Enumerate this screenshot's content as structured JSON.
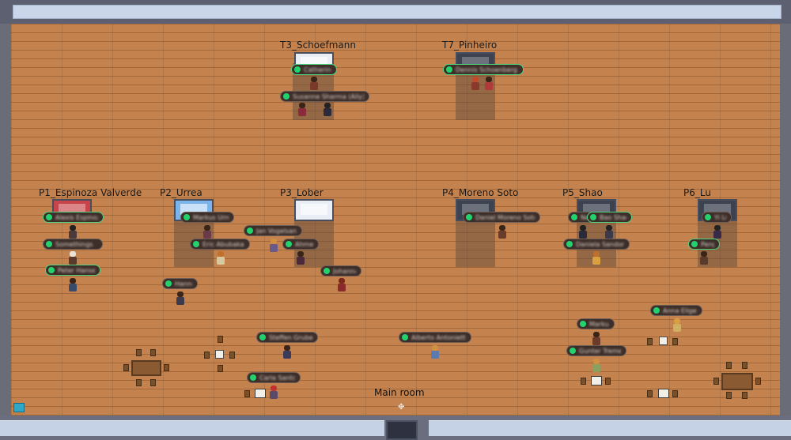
{
  "areas": {
    "t3": "T3_Schoefmann",
    "t7": "T7_Pinheiro",
    "p1": "P1_Espinoza Valverde",
    "p2": "P2_Urrea",
    "p3": "P3_Lober",
    "p4": "P4_Moreno Soto",
    "p5": "P5_Shao",
    "p6": "P6_Lu",
    "main": "Main room"
  },
  "name_tags": [
    "Catherine",
    "Dennis Schoenberg",
    "Susanne Sharma (Ally)",
    "Alexis Espinoza",
    "Somethings",
    "Peter Hansen",
    "Markus Urrea",
    "Eric Abubakare",
    "Jan Vogelsang",
    "Ahmed",
    "Johanna",
    "Hannes",
    "Daniel Moreno Soto",
    "Ne",
    "Bao Shao",
    "Daniela Sandoni",
    "Yi Lu",
    "Pengy",
    "Steffen Gruber",
    "Alberto Antonietti",
    "Anna Eligen",
    "Markus",
    "Gunter Tremesch",
    "Carla Santos"
  ],
  "icons": {
    "minimap": "map-icon",
    "spawn_marker": "arrow-marker-icon"
  }
}
